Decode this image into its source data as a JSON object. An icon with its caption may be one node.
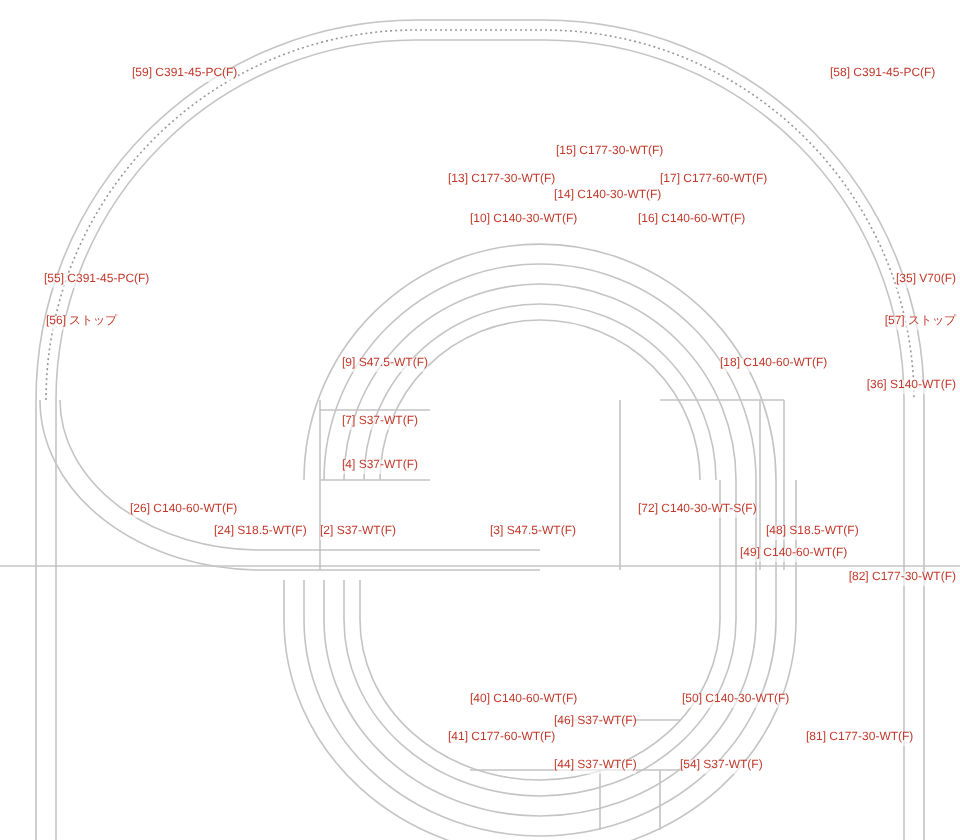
{
  "diagram": {
    "labels": [
      "[59] C391-45-PC(F)",
      "[58] C391-45-PC(F)",
      "[15] C177-30-WT(F)",
      "[13] C177-30-WT(F)",
      "[17] C177-60-WT(F)",
      "[14] C140-30-WT(F)",
      "[10] C140-30-WT(F)",
      "[16] C140-60-WT(F)",
      "[55] C391-45-PC(F)",
      "[35] V70(F)",
      "[56] ストップ",
      "[57] ストップ",
      "[9] S47.5-WT(F)",
      "[18] C140-60-WT(F)",
      "[36] S140-WT(F)",
      "[7] S37-WT(F)",
      "[4] S37-WT(F)",
      "[26] C140-60-WT(F)",
      "[72] C140-30-WT-S(F)",
      "[24] S18.5-WT(F)",
      "[2] S37-WT(F)",
      "[3] S47.5-WT(F)",
      "[48] S18.5-WT(F)",
      "[49] C140-60-WT(F)",
      "[82] C177-30-WT(F)",
      "[40] C140-60-WT(F)",
      "[50] C140-30-WT(F)",
      "[46] S37-WT(F)",
      "[41] C177-60-WT(F)",
      "[81] C177-30-WT(F)",
      "[44] S37-WT(F)",
      "[54] S37-WT(F)"
    ]
  }
}
